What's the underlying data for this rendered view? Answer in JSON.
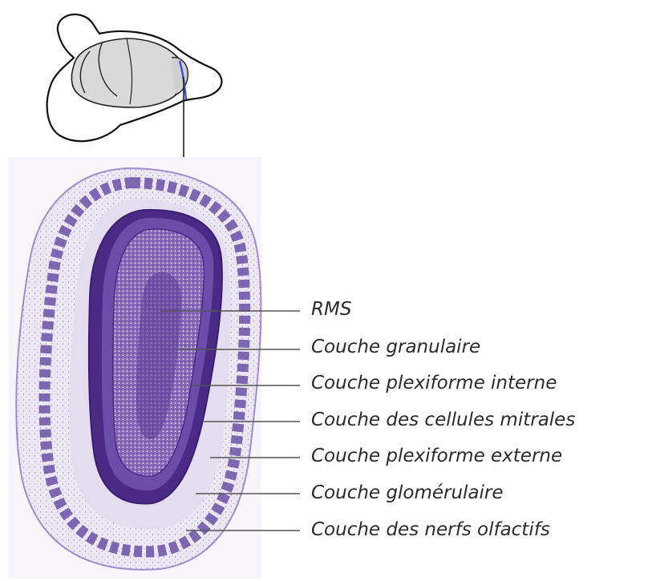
{
  "labels": [
    {
      "id": "rms",
      "text": "RMS"
    },
    {
      "id": "granulaire",
      "text": "Couche granulaire"
    },
    {
      "id": "plexiforme-interne",
      "text": "Couche plexiforme interne"
    },
    {
      "id": "cellules-mitrales",
      "text": "Couche des cellules mitrales"
    },
    {
      "id": "plexiforme-externe",
      "text": "Couche plexiforme externe"
    },
    {
      "id": "glomerulaire",
      "text": "Couche glomérulaire"
    },
    {
      "id": "nerfs-olfactifs",
      "text": "Couche des nerfs olfactifs"
    }
  ],
  "colors": {
    "stain_dark": "#4b2a86",
    "stain_mid": "#7a5cb0",
    "stain_light": "#c8bde0",
    "brain_fill": "#d9d9d9",
    "section_marker": "#3b4fd8",
    "leader_line": "#555555"
  }
}
